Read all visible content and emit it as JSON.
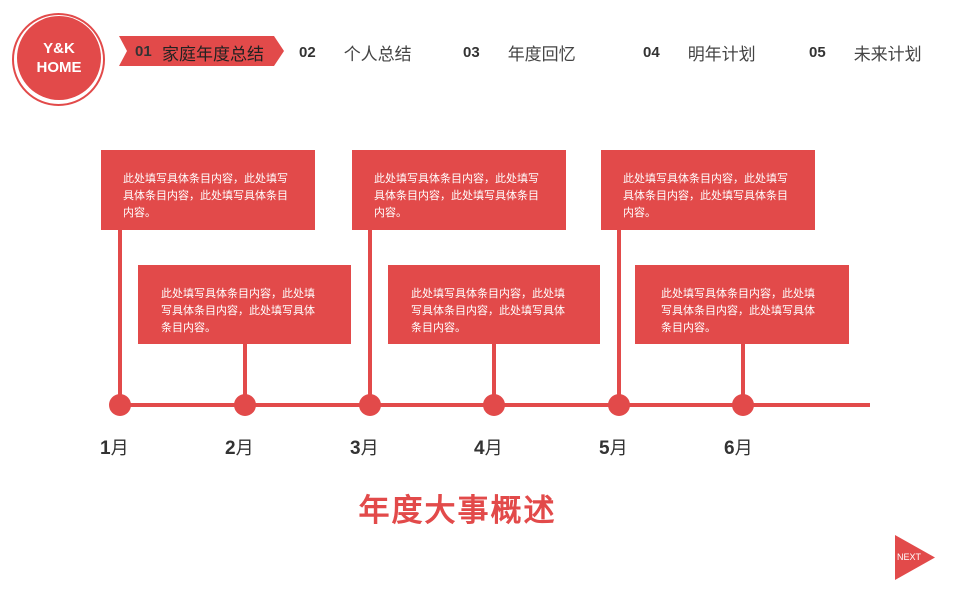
{
  "logo": {
    "line1": "Y&K",
    "line2": "HOME"
  },
  "nav": [
    {
      "num": "01",
      "label": "家庭年度总结",
      "active": true
    },
    {
      "num": "02",
      "label": "个人总结"
    },
    {
      "num": "03",
      "label": "年度回忆"
    },
    {
      "num": "04",
      "label": "明年计划"
    },
    {
      "num": "05",
      "label": "未来计划"
    }
  ],
  "events": [
    {
      "month_num": "1",
      "month_unit": "月",
      "text": "此处填写具体条目内容，此处填写具体条目内容，此处填写具体条目内容。"
    },
    {
      "month_num": "2",
      "month_unit": "月",
      "text": "此处填写具体条目内容，此处填写具体条目内容，此处填写具体条目内容。"
    },
    {
      "month_num": "3",
      "month_unit": "月",
      "text": "此处填写具体条目内容，此处填写具体条目内容，此处填写具体条目内容。"
    },
    {
      "month_num": "4",
      "month_unit": "月",
      "text": "此处填写具体条目内容，此处填写具体条目内容，此处填写具体条目内容。"
    },
    {
      "month_num": "5",
      "month_unit": "月",
      "text": "此处填写具体条目内容，此处填写具体条目内容，此处填写具体条目内容。"
    },
    {
      "month_num": "6",
      "month_unit": "月",
      "text": "此处填写具体条目内容，此处填写具体条目内容，此处填写具体条目内容。"
    }
  ],
  "title": "年度大事概述",
  "next_label": "NEXT",
  "colors": {
    "accent": "#e24a4a",
    "text": "#444444"
  }
}
